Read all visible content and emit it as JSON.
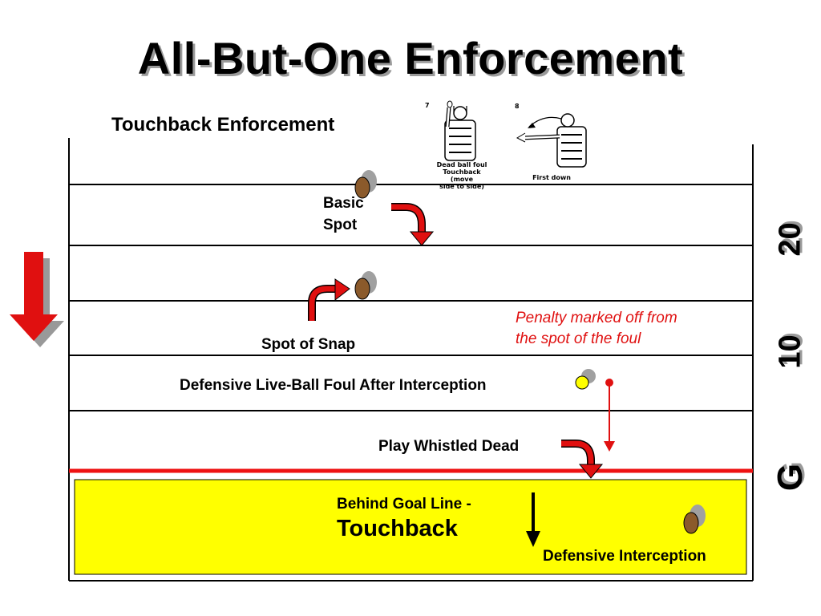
{
  "title": "All-But-One Enforcement",
  "subtitle": "Touchback Enforcement",
  "labels": {
    "basic_spot_line1": "Basic",
    "basic_spot_line2": "Spot",
    "spot_of_snap": "Spot of Snap",
    "interception_foul": "Defensive Live-Ball Foul After Interception",
    "play_whistled_dead": "Play Whistled Dead",
    "penalty_line1": "Penalty marked off from",
    "penalty_line2": "the spot of the foul",
    "goal_line": "Behind Goal Line -",
    "touchback": "Touchback",
    "defensive_interception": "Defensive Interception"
  },
  "yard_markers": [
    "20",
    "10",
    "G"
  ],
  "signals": [
    {
      "number": "7",
      "caption_line1": "Dead ball foul",
      "caption_line2": "Touchback (move",
      "caption_line3": "side to side)"
    },
    {
      "number": "8",
      "caption_line1": "First down"
    }
  ],
  "colors": {
    "red_arrow": "#e01010",
    "goal_line": "#ee1111",
    "end_zone": "#ffff00",
    "ball": "#8b5a2b",
    "ball_shadow": "#a0a0a0",
    "foul_spot": "#ffff00"
  }
}
